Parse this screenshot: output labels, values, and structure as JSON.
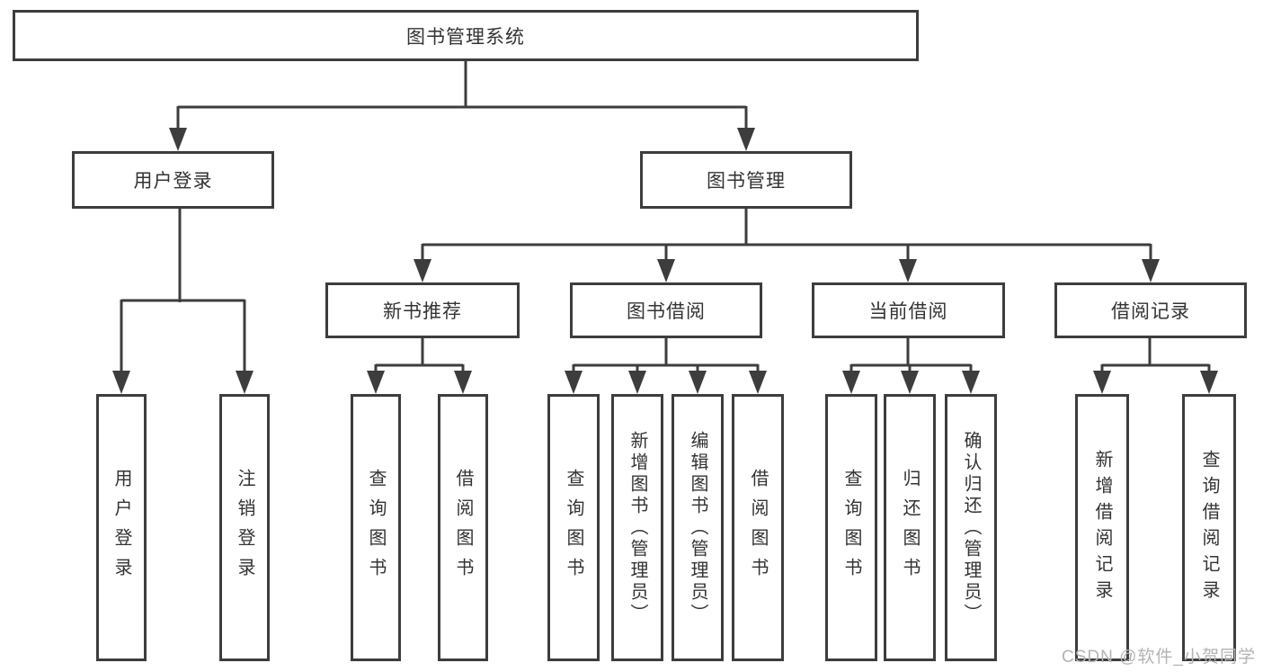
{
  "diagram": {
    "type": "hierarchy-tree",
    "watermark": "CSDN @软件_小贺同学",
    "colors": {
      "background": "#ffffff",
      "line": "#3d3d3d",
      "box_border": "#3d3d3d",
      "box_fill": "#ffffff",
      "text": "#333333",
      "watermark_text": "#b3b3b3"
    }
  },
  "tree": {
    "label": "图书管理系统",
    "children": [
      {
        "label": "用户登录",
        "children": [
          {
            "label": "用户登录"
          },
          {
            "label": "注销登录"
          }
        ]
      },
      {
        "label": "图书管理",
        "children": [
          {
            "label": "新书推荐",
            "children": [
              {
                "label": "查询图书"
              },
              {
                "label": "借阅图书"
              }
            ]
          },
          {
            "label": "图书借阅",
            "children": [
              {
                "label": "查询图书"
              },
              {
                "label": "新增图书（管理员）"
              },
              {
                "label": "编辑图书（管理员）"
              },
              {
                "label": "借阅图书"
              }
            ]
          },
          {
            "label": "当前借阅",
            "children": [
              {
                "label": "查询图书"
              },
              {
                "label": "归还图书"
              },
              {
                "label": "确认归还（管理员）"
              }
            ]
          },
          {
            "label": "借阅记录",
            "children": [
              {
                "label": "新增借阅记录"
              },
              {
                "label": "查询借阅记录"
              }
            ]
          }
        ]
      }
    ]
  }
}
